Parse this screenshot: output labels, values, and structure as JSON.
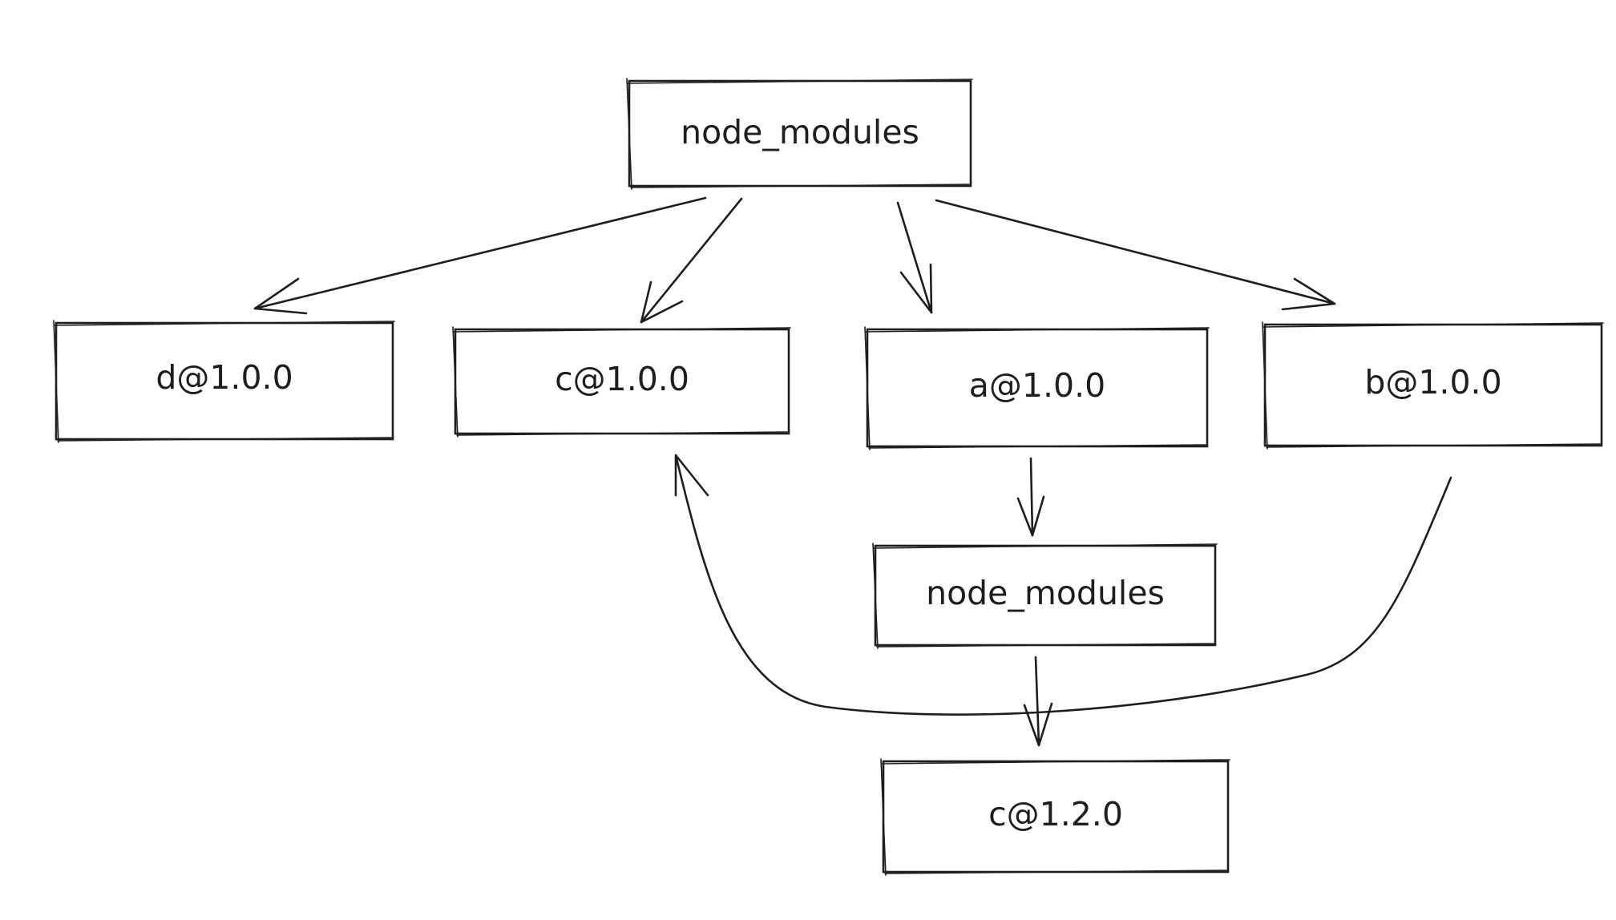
{
  "nodes": [
    {
      "id": "root_node_modules",
      "label": "node_modules"
    },
    {
      "id": "d_1_0_0",
      "label": "d@1.0.0"
    },
    {
      "id": "c_1_0_0",
      "label": "c@1.0.0"
    },
    {
      "id": "a_1_0_0",
      "label": "a@1.0.0"
    },
    {
      "id": "b_1_0_0",
      "label": "b@1.0.0"
    },
    {
      "id": "a_node_modules",
      "label": "node_modules"
    },
    {
      "id": "c_1_2_0",
      "label": "c@1.2.0"
    }
  ],
  "edges": [
    {
      "from": "root_node_modules",
      "to": "d_1_0_0"
    },
    {
      "from": "root_node_modules",
      "to": "c_1_0_0"
    },
    {
      "from": "root_node_modules",
      "to": "a_1_0_0"
    },
    {
      "from": "root_node_modules",
      "to": "b_1_0_0"
    },
    {
      "from": "a_1_0_0",
      "to": "a_node_modules"
    },
    {
      "from": "a_node_modules",
      "to": "c_1_2_0"
    },
    {
      "from": "b_1_0_0",
      "to": "c_1_0_0"
    }
  ],
  "colors": {
    "stroke": "#1e1e1e",
    "background": "#ffffff"
  }
}
